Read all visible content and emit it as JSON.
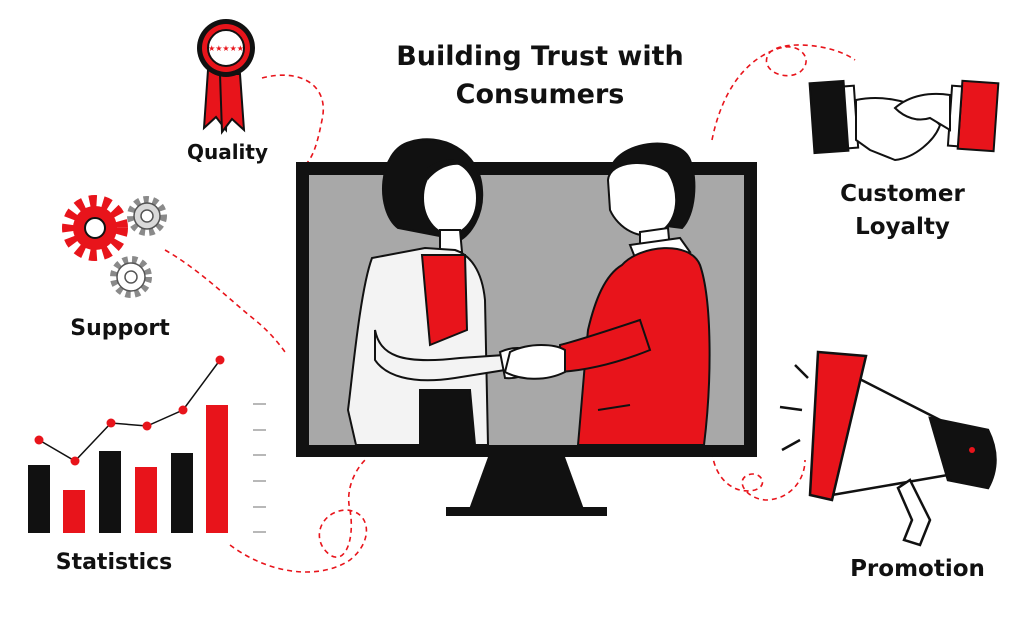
{
  "title": {
    "line1": "Building Trust with",
    "line2": "Consumers"
  },
  "labels": {
    "quality": "Quality",
    "support": "Support",
    "statistics": "Statistics",
    "customer_loyalty_line1": "Customer",
    "customer_loyalty_line2": "Loyalty",
    "promotion": "Promotion"
  },
  "badge_stars": "★★★★★",
  "colors": {
    "accent": "#e8141b",
    "dark": "#111111",
    "screen": "#a8a8a8",
    "gear_gray": "#8a8a8a"
  },
  "icons": [
    "ribbon-badge-icon",
    "gears-icon",
    "bar-chart-icon",
    "handshake-icon",
    "megaphone-icon",
    "monitor-icon"
  ]
}
